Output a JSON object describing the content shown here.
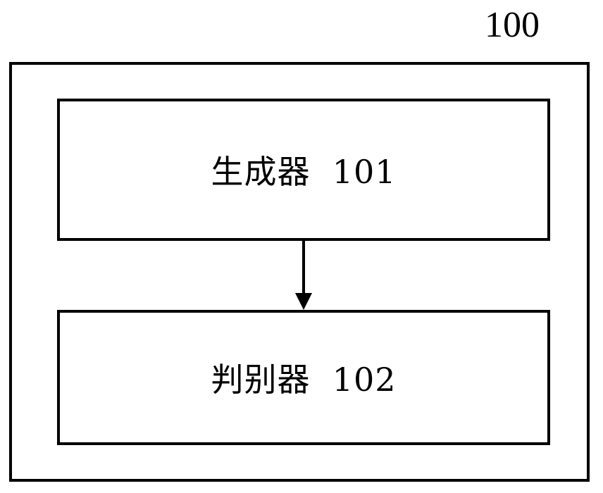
{
  "system": {
    "label": "100"
  },
  "modules": {
    "generator": {
      "label": "生成器  101"
    },
    "discriminator": {
      "label": "判别器  102"
    }
  },
  "colors": {
    "stroke": "#000000",
    "background": "#ffffff"
  }
}
